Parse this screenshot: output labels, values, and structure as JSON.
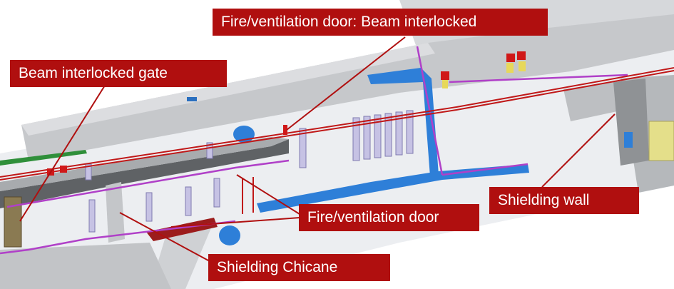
{
  "labels": {
    "fire_door_interlocked": "Fire/ventilation door: Beam interlocked",
    "gate": "Beam interlocked gate",
    "fire_door": "Fire/ventilation door",
    "shielding_wall": "Shielding wall",
    "chicane": "Shielding Chicane"
  },
  "colors": {
    "callout": "#b00f0f",
    "beamline": "#c01818",
    "duct": "#2e7fd8",
    "cable_tray": "#b040c8",
    "floor": "#eceef1",
    "wall": "#c8cacd"
  }
}
